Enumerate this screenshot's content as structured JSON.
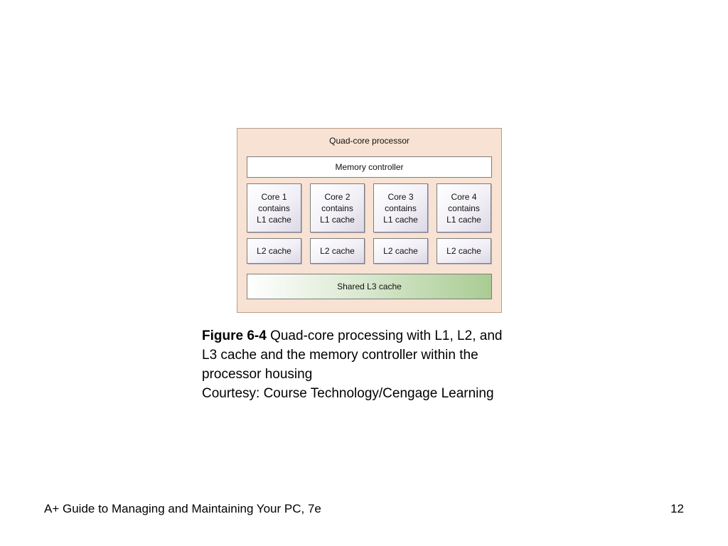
{
  "diagram": {
    "title": "Quad-core processor",
    "memory_controller": "Memory controller",
    "cores": [
      {
        "line1": "Core 1",
        "line2": "contains",
        "line3": "L1 cache"
      },
      {
        "line1": "Core 2",
        "line2": "contains",
        "line3": "L1 cache"
      },
      {
        "line1": "Core 3",
        "line2": "contains",
        "line3": "L1 cache"
      },
      {
        "line1": "Core 4",
        "line2": "contains",
        "line3": "L1 cache"
      }
    ],
    "l2_caches": [
      "L2 cache",
      "L2 cache",
      "L2 cache",
      "L2 cache"
    ],
    "l3_cache": "Shared L3 cache",
    "colors": {
      "background": "#f8e2d3",
      "l3_gradient_end": "#a9cc93",
      "core_gradient_end": "#dcd8e6"
    }
  },
  "caption": {
    "figure_label": "Figure 6-4",
    "text_line1": " Quad-core processing with L1, L2, and",
    "text_line2": "L3 cache and the memory controller within the",
    "text_line3": "processor housing",
    "courtesy": "Courtesy: Course Technology/Cengage Learning"
  },
  "footer": {
    "book_title": "A+ Guide to Managing and Maintaining Your PC, 7e",
    "page_number": "12"
  }
}
